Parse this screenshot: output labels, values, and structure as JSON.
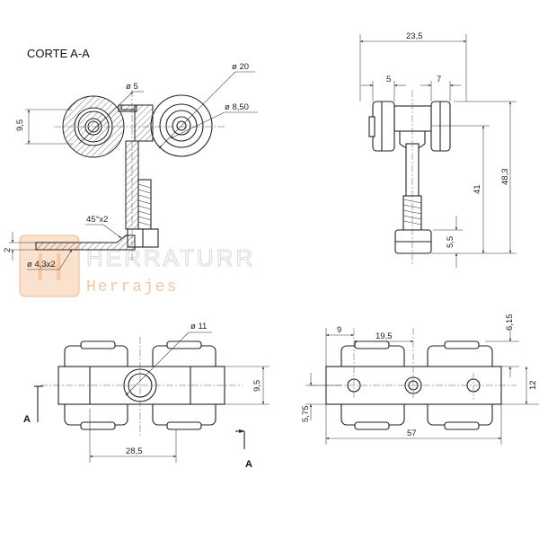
{
  "title": "CORTE A-A",
  "watermark": {
    "brand": "HERRATURR",
    "sub": "Herrajes",
    "logo_letter": "H"
  },
  "section": {
    "d5": "ø 5",
    "d20": "ø 20",
    "d850": "ø 8,50",
    "h95": "9,5",
    "chamfer": "45°x2",
    "h2": "2",
    "hole": "ø 4,3x2"
  },
  "side": {
    "w235": "23,5",
    "w5": "5",
    "w7": "7",
    "h41": "41",
    "h483": "48,3",
    "h55": "5,5"
  },
  "plan": {
    "d11": "ø 11",
    "h95": "9,5",
    "w285": "28,5",
    "arrow_label": "A"
  },
  "bottom_view": {
    "w9": "9",
    "w195": "19,5",
    "h615": "6,15",
    "h12": "12",
    "h575": "5,75",
    "w57": "57"
  }
}
